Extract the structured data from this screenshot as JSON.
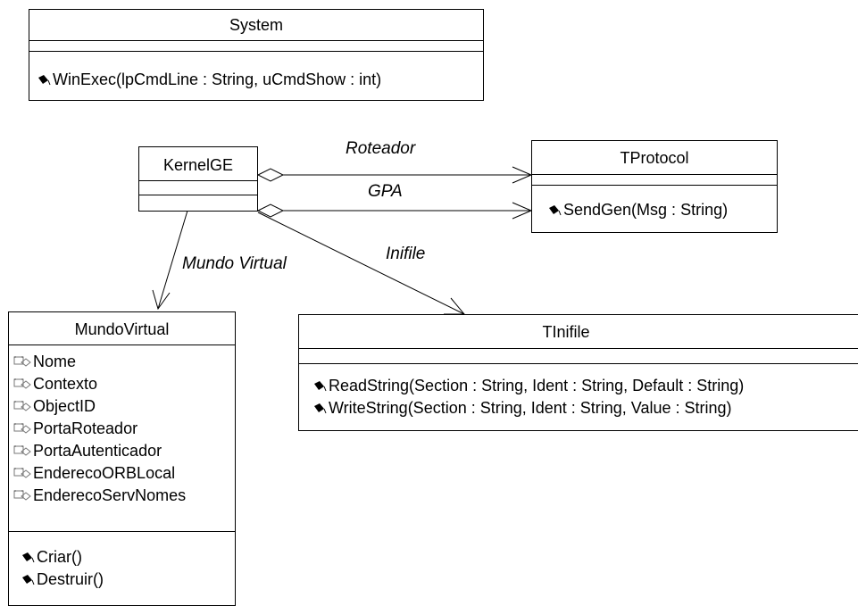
{
  "classes": {
    "system": {
      "name": "System",
      "operations": [
        "WinExec(lpCmdLine : String, uCmdShow : int)"
      ]
    },
    "kernelge": {
      "name": "KernelGE"
    },
    "tprotocol": {
      "name": "TProtocol",
      "operations": [
        "SendGen(Msg : String)"
      ]
    },
    "mundovirtual": {
      "name": "MundoVirtual",
      "attributes": [
        "Nome",
        "Contexto",
        "ObjectID",
        "PortaRoteador",
        "PortaAutenticador",
        "EnderecoORBLocal",
        "EnderecoServNomes"
      ],
      "operations": [
        "Criar()",
        "Destruir()"
      ]
    },
    "tinifile": {
      "name": "TInifile",
      "operations": [
        "ReadString(Section : String, Ident : String, Default : String)",
        "WriteString(Section : String, Ident : String, Value : String)"
      ]
    }
  },
  "associations": {
    "roteador": "Roteador",
    "gpa": "GPA",
    "inifile": "Inifile",
    "mundo_virtual": "Mundo Virtual"
  },
  "icons": {
    "attribute": "private-attribute-icon",
    "operation": "public-operation-icon"
  }
}
